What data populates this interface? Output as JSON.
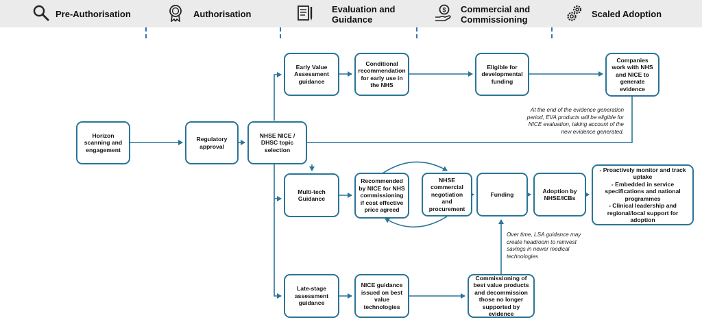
{
  "phases": [
    {
      "label": "Pre-Authorisation",
      "icon": "magnifier-icon"
    },
    {
      "label": "Authorisation",
      "icon": "award-badge-icon"
    },
    {
      "label": "Evaluation and\nGuidance",
      "icon": "document-pen-icon"
    },
    {
      "label": "Commercial and\nCommissioning",
      "icon": "money-hand-icon"
    },
    {
      "label": "Scaled Adoption",
      "icon": "gears-icon"
    }
  ],
  "boxes": {
    "horizon": "Horizon scanning and engagement",
    "regulatory": "Regulatory approval",
    "topic": "NHSE  NICE / DHSC topic selection",
    "eva": "Early Value Assessment guidance",
    "conditional": "Conditional recommendation for early use in the NHS",
    "developmental": "Eligible for developmental funding",
    "companies": "Companies work with NHS and NICE to generate evidence",
    "multitech": "Multi-tech Guidance",
    "recommended": "Recommended by NICE for NHS commissioning if cost effective price agreed",
    "negotiation": "NHSE commercial negotiation and procurement",
    "funding": "Funding",
    "adoption": "Adoption by NHSE/ICBs",
    "outcomes": "- Proactively monitor and track uptake\n- Embedded in service specifications and national programmes\n- Clinical leadership and regional/local support for adoption",
    "latestage": "Late-stage assessment guidance",
    "niceguidance": "NICE guidance issued on best value technologies",
    "commissioning": "Commissioning of best value products and decommission those no longer supported by evidence"
  },
  "notes": {
    "eva_note": "At the end of the evidence generation\nperiod, EVA products will be eligible for\nNICE evaluation, taking account of the\nnew evidence generated.",
    "lsa_note": "Over time, LSA guidance may\ncreate headroom to reinvest\nsavings in newer medical\ntechnologies"
  },
  "colors": {
    "box_border": "#2a7497",
    "arrow": "#2a7497",
    "banner": "#ebebeb",
    "separator": "#2e75b6"
  }
}
